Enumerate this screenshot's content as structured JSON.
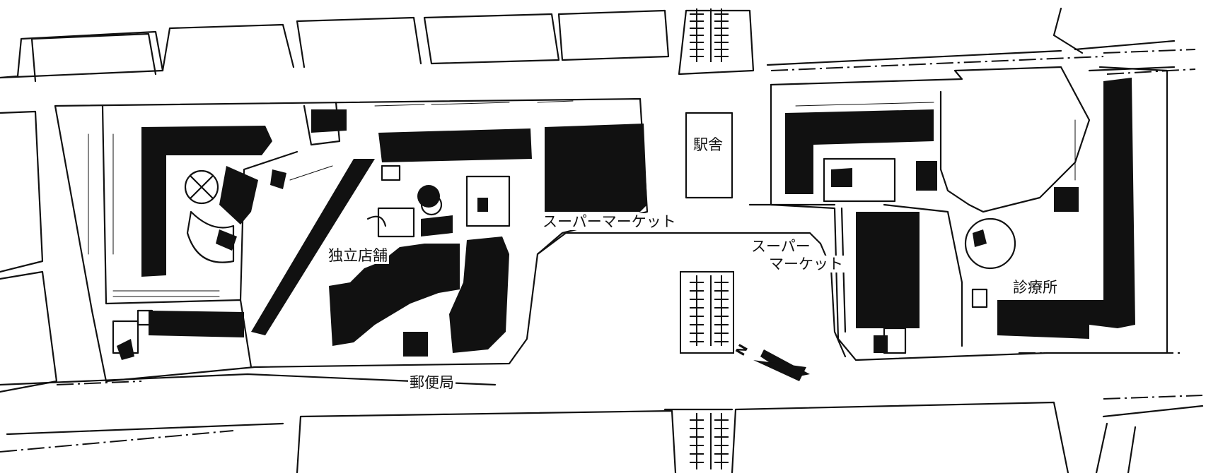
{
  "map": {
    "labels": {
      "station": "駅舎",
      "supermarket_1": "スーパーマーケット",
      "supermarket_2_line1": "スーパー",
      "supermarket_2_line2": "マーケット",
      "independent_shops": "独立店舗",
      "clinic": "診療所",
      "post_office": "郵便局"
    },
    "north_marker": "N",
    "colors": {
      "ink": "#111111",
      "paper": "#ffffff"
    }
  }
}
